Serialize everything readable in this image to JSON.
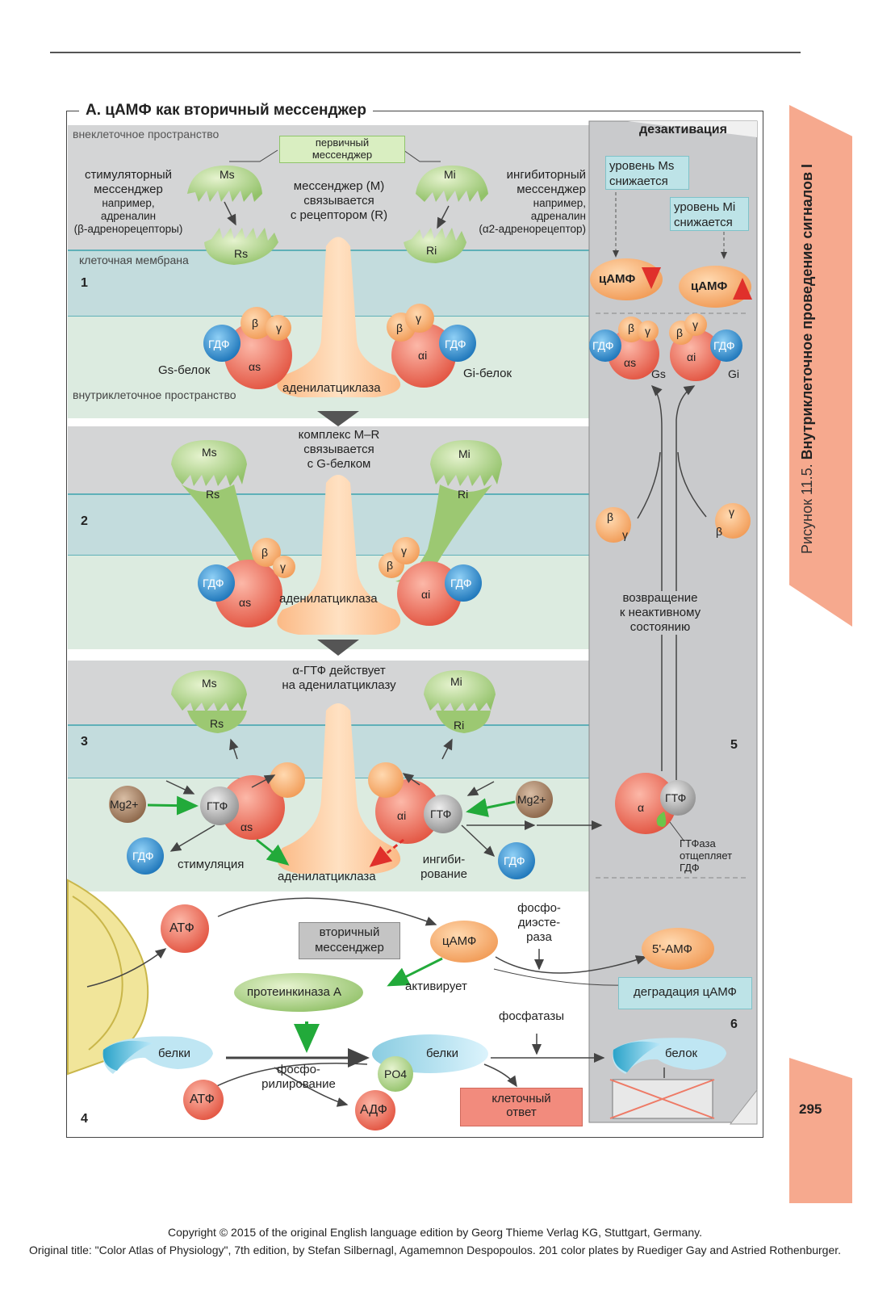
{
  "title": "А. цАМФ как вторичный мессенджер",
  "side": {
    "prefix": "Рисунок 11.5.",
    "caption": "Внутриклеточное проведение сигналов I",
    "page": "295"
  },
  "copyright": {
    "line1": "Copyright © 2015 of the original English language edition by Georg Thieme Verlag KG, Stuttgart, Germany.",
    "line2": "Original title: \"Color Atlas of Physiology\", 7th edition, by Stefan Silbernagl, Agamemnon Despopoulos. 201 color plates by Ruediger Gay and Astried Rothenburger."
  },
  "panel1": {
    "extracellular": "внеклеточное пространство",
    "primary_messenger": [
      "первичный",
      "мессенджер"
    ],
    "stim": [
      "стимуляторный",
      "мессенджер",
      "например,",
      "адреналин",
      "(β-адренорецепторы)"
    ],
    "binding": [
      "мессенджер (M)",
      "связывается",
      "с рецептором (R)"
    ],
    "inhib": [
      "ингибиторный",
      "мессенджер",
      "например,",
      "адреналин",
      "(α2-адренорецептор)"
    ],
    "membrane": "клеточная мембрана",
    "num": "1",
    "gs_protein": "Gs-белок",
    "gi_protein": "Gi-белок",
    "intracellular": "внутриклеточное пространство",
    "cyclase": "аденилатциклаза",
    "ms": "Ms",
    "mi": "Mi",
    "rs": "Rs",
    "ri": "Ri",
    "beta": "β",
    "gamma": "γ",
    "alpha_s": "αs",
    "alpha_i": "αi",
    "gdp": "ГДФ"
  },
  "panel2": {
    "caption": [
      "комплекс M–R",
      "связывается",
      "с G-белком"
    ],
    "num": "2",
    "cyclase": "аденилатциклаза"
  },
  "panel3": {
    "caption": [
      "α-ГТФ действует",
      "на аденилатциклазу"
    ],
    "num": "3",
    "mg": "Mg2+",
    "gtp": "ГТФ",
    "stim": "стимуляция",
    "inhib": [
      "ингиби-",
      "рование"
    ],
    "cyclase": "аденилатциклаза"
  },
  "panel4": {
    "num": "4",
    "atp": "АТФ",
    "second_messenger": [
      "вторичный",
      "мессенджер"
    ],
    "camp": "цАМФ",
    "pde": [
      "фосфо-",
      "диэсте-",
      "раза"
    ],
    "pka": "протеинкиназа А",
    "activates": "активирует",
    "phosphatases": "фосфатазы",
    "proteins": "белки",
    "phosphorylation": [
      "фосфо-",
      "рилирование"
    ],
    "po4": "PO4",
    "adp": "АДФ",
    "response": [
      "клеточный",
      "ответ"
    ]
  },
  "deact": {
    "title": "дезактивация",
    "ms_down": [
      "уровень Ms",
      "снижается"
    ],
    "mi_down": [
      "уровень Mi",
      "снижается"
    ],
    "camp_down": "цАМФ",
    "camp_up": "цАМФ",
    "gs": "Gs",
    "gi": "Gi",
    "return": [
      "возвращение",
      "к неактивному",
      "состоянию"
    ],
    "num5": "5",
    "gtpase": [
      "ГТФаза",
      "отщепляет",
      "ГДФ"
    ],
    "alpha": "α",
    "amp": "5'-АМФ",
    "degradation": "деградация цАМФ",
    "num6": "6",
    "protein": "белок"
  },
  "colors": {
    "gray": "#d4d5d6",
    "teal": "#c3dcdd",
    "mint": "#dcebe0",
    "orange": "#fbb985",
    "red": "#ee6a55",
    "green": "#a9cf7e",
    "blue": "#2f8fd0"
  }
}
